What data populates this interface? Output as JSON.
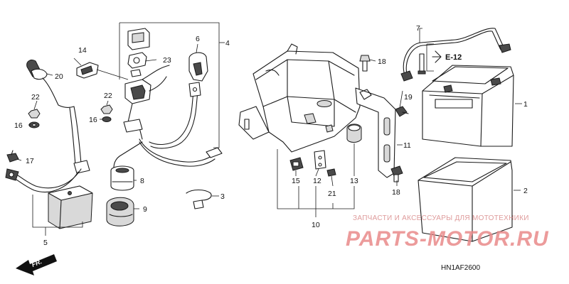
{
  "callouts": {
    "c1": "1",
    "c2": "2",
    "c3": "3",
    "c4": "4",
    "c5": "5",
    "c6": "6",
    "c7": "7",
    "c8": "8",
    "c9": "9",
    "c10": "10",
    "c11": "11",
    "c12": "12",
    "c13": "13",
    "c14": "14",
    "c15": "15",
    "c16a": "16",
    "c16b": "16",
    "c17": "17",
    "c18a": "18",
    "c18b": "18",
    "c19": "19",
    "c20": "20",
    "c21": "21",
    "c22a": "22",
    "c22b": "22",
    "c23": "23"
  },
  "reference": "E-12",
  "front_arrow": "FR.",
  "diagram_code": "HN1AF2600",
  "watermark": {
    "top_line": "ЗАПЧАСТИ И АКСЕССУАРЫ ДЛЯ МОТОТЕХНИКИ",
    "logo": "PARTS-MOTOR.RU"
  },
  "colors": {
    "line": "#1a1a1a",
    "watermark": "#e98a8a",
    "background": "#ffffff"
  }
}
